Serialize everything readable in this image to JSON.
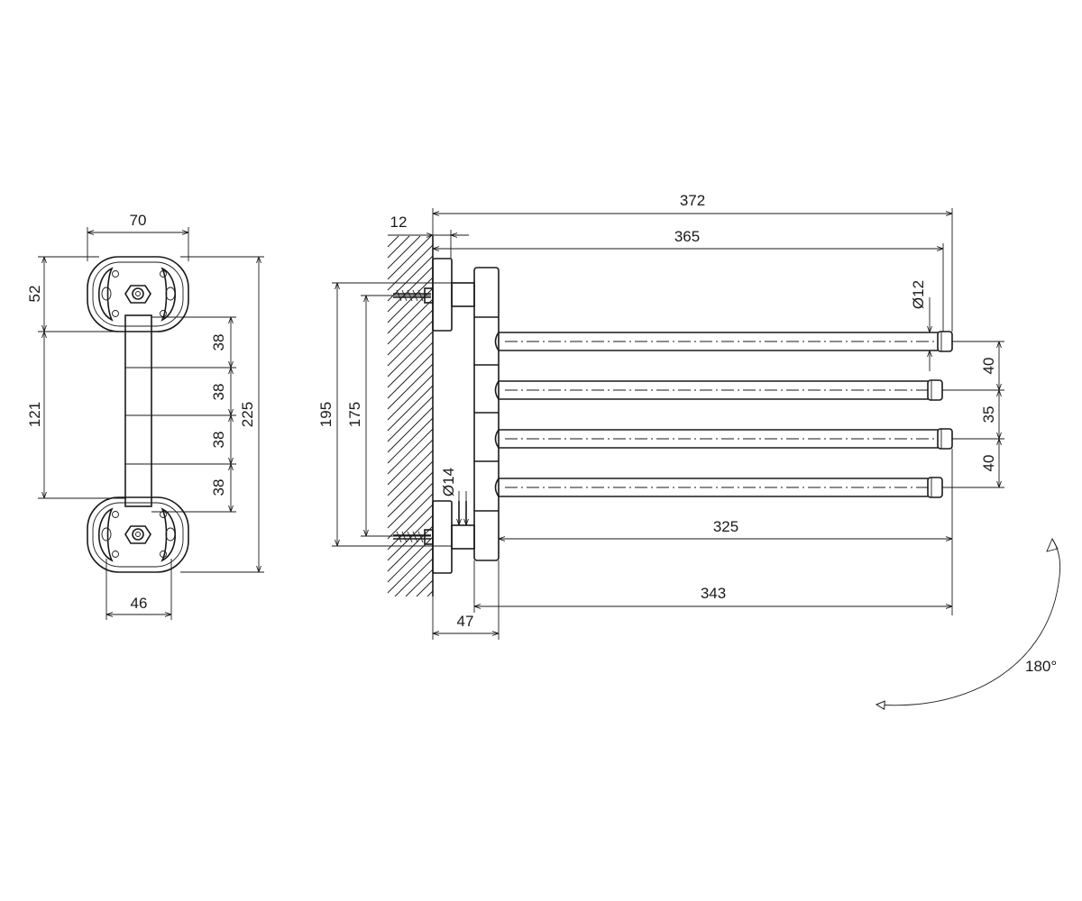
{
  "dimensions": {
    "front_width": "70",
    "front_top_plate": "52",
    "front_middle": "121",
    "front_total": "225",
    "front_pitch_1": "38",
    "front_pitch_2": "38",
    "front_pitch_3": "38",
    "front_pitch_4": "38",
    "front_bottom_width": "46",
    "side_overall": "372",
    "side_wall": "12",
    "side_arm_reach": "365",
    "side_rod_dia": "Ø12",
    "side_height_outer": "195",
    "side_height_inner": "175",
    "side_post_dia": "Ø14",
    "side_rod_length": "325",
    "side_rod_span": "343",
    "side_depth": "47",
    "side_gap_1": "40",
    "side_gap_2": "35",
    "side_gap_3": "40",
    "rotation": "180°"
  }
}
